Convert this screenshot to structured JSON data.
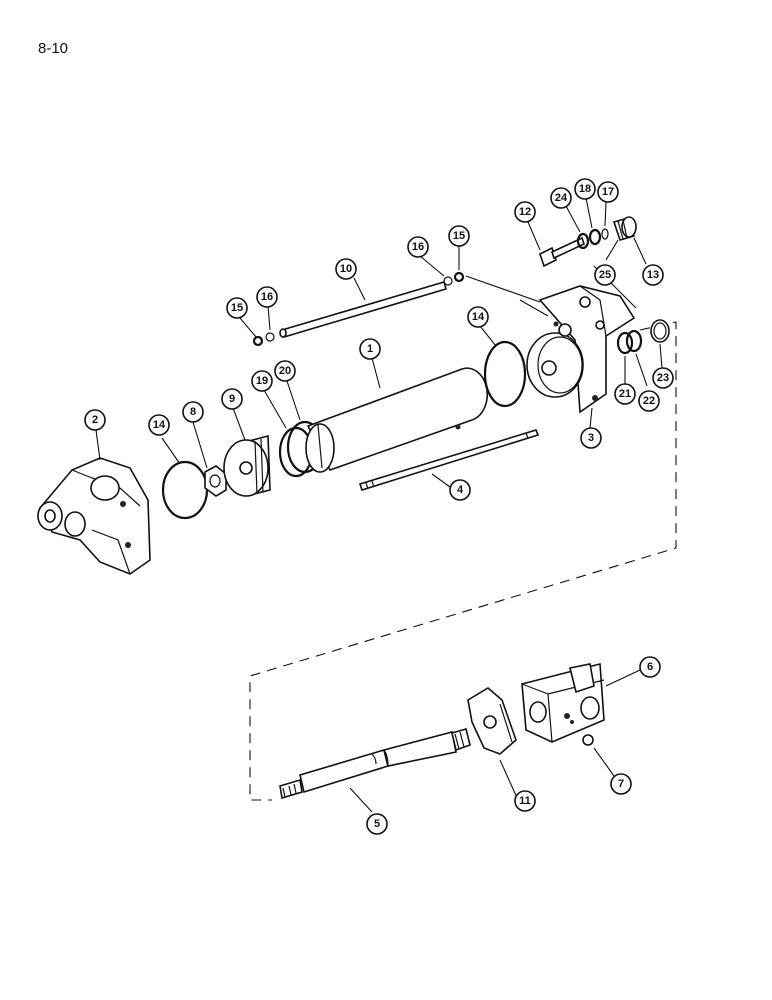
{
  "page": {
    "label": "8-10"
  },
  "callouts": [
    {
      "id": "c1",
      "text": "1"
    },
    {
      "id": "c2",
      "text": "2"
    },
    {
      "id": "c3",
      "text": "3"
    },
    {
      "id": "c4",
      "text": "4"
    },
    {
      "id": "c5",
      "text": "5"
    },
    {
      "id": "c6",
      "text": "6"
    },
    {
      "id": "c7",
      "text": "7"
    },
    {
      "id": "c8",
      "text": "8"
    },
    {
      "id": "c9",
      "text": "9"
    },
    {
      "id": "c10",
      "text": "10"
    },
    {
      "id": "c11",
      "text": "11"
    },
    {
      "id": "c12",
      "text": "12"
    },
    {
      "id": "c13",
      "text": "13"
    },
    {
      "id": "c14a",
      "text": "14"
    },
    {
      "id": "c14b",
      "text": "14"
    },
    {
      "id": "c15a",
      "text": "15"
    },
    {
      "id": "c15b",
      "text": "15"
    },
    {
      "id": "c16a",
      "text": "16"
    },
    {
      "id": "c16b",
      "text": "16"
    },
    {
      "id": "c17",
      "text": "17"
    },
    {
      "id": "c18",
      "text": "18"
    },
    {
      "id": "c19",
      "text": "19"
    },
    {
      "id": "c20",
      "text": "20"
    },
    {
      "id": "c21",
      "text": "21"
    },
    {
      "id": "c22",
      "text": "22"
    },
    {
      "id": "c23",
      "text": "23"
    },
    {
      "id": "c24",
      "text": "24"
    },
    {
      "id": "c25",
      "text": "25"
    }
  ]
}
